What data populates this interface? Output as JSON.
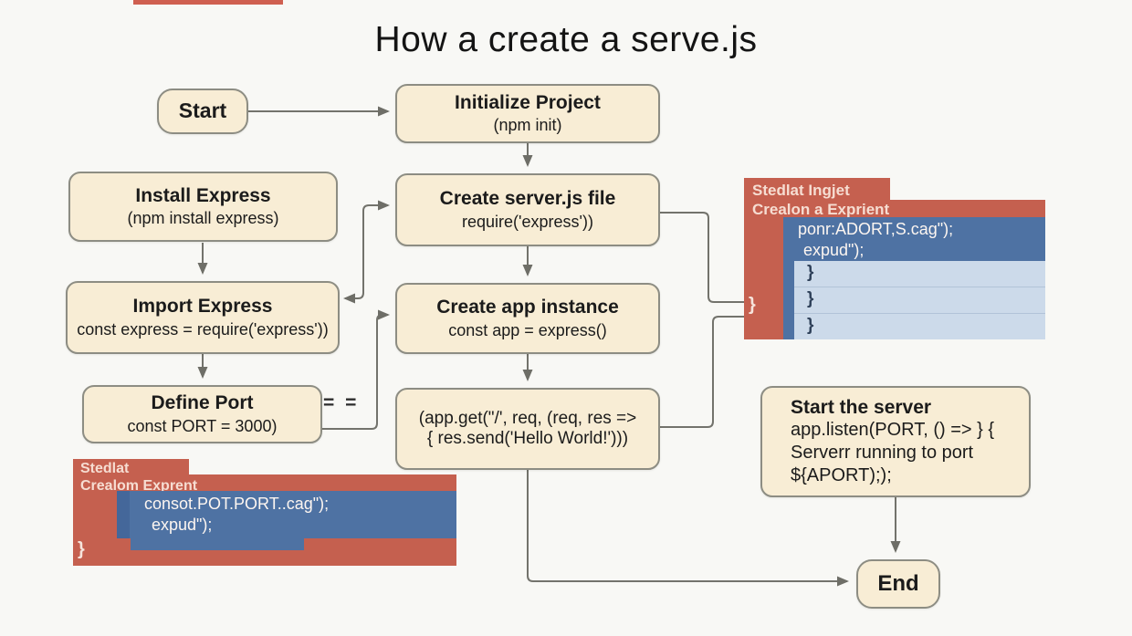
{
  "title": "How a create a serve.js",
  "nodes": {
    "start": {
      "label": "Start"
    },
    "initialize": {
      "title": "Initialize Project",
      "subtitle": "(npm init)"
    },
    "install": {
      "title": "Install Express",
      "subtitle": "(npm install express)"
    },
    "create_server": {
      "title": "Create server.js file",
      "subtitle": "require('express'))"
    },
    "import_express": {
      "title": "Import Express",
      "subtitle": "const express = require('express'))"
    },
    "app_instance": {
      "title": "Create app instance",
      "subtitle": "const app = express()"
    },
    "define_port": {
      "title": "Define Port",
      "subtitle": "const PORT = 3000)"
    },
    "route": {
      "line1": "(app.get(\"/', req, (req, res =>",
      "line2": "{ res.send('Hello World!')))"
    },
    "start_server": {
      "title": "Start the server",
      "lines": [
        "app.listen(PORT, () => } {",
        "Serverr running to port",
        "${APORT););"
      ]
    },
    "end": {
      "label": "End"
    }
  },
  "annotations": {
    "equals": "= ="
  },
  "panels": {
    "top_right": {
      "header": [
        "Stedlat Ingjet",
        "Crealon a Exprient"
      ],
      "code": [
        "ponr:ADORT,S.cag\");",
        "expud\");"
      ],
      "braces": [
        "}",
        "}",
        "}"
      ],
      "side_brace": "}"
    },
    "bottom_left": {
      "header": [
        "Stedlat",
        "Crealom Exprent"
      ],
      "code": [
        "consot.POT.PORT..cag\");",
        "expud\");"
      ],
      "side_brace": "}"
    }
  },
  "colors": {
    "node_fill": "#f8edd5",
    "node_border": "#8d8d83",
    "arrow": "#73736c",
    "panel_red": "#c5604f",
    "panel_blue_dark": "#4e72a3",
    "panel_blue_light": "#ccdaea"
  }
}
